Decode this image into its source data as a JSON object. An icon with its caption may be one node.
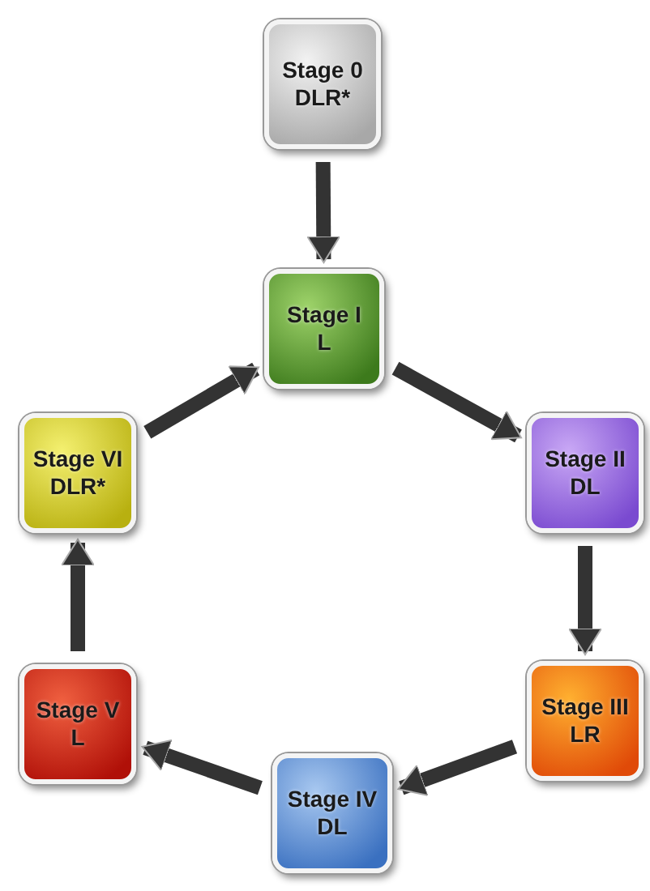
{
  "diagram": {
    "nodes": [
      {
        "text": [
          "Stage 0",
          "DLR*"
        ]
      },
      {
        "text": [
          "Stage I",
          "L"
        ]
      },
      {
        "text": [
          "Stage II",
          "DL"
        ]
      },
      {
        "text": [
          "Stage III",
          "LR"
        ]
      },
      {
        "text": [
          "Stage IV",
          "DL"
        ]
      },
      {
        "text": [
          "Stage V",
          "L"
        ]
      },
      {
        "text": [
          "Stage VI",
          "DLR*"
        ]
      }
    ],
    "edges": [
      {
        "from": 0,
        "to": 1,
        "arrow": "to"
      },
      {
        "from": 1,
        "to": 2,
        "arrow": "to"
      },
      {
        "from": 2,
        "to": 3,
        "arrow": "to"
      },
      {
        "from": 3,
        "to": 4,
        "arrow": "to"
      },
      {
        "from": 4,
        "to": 5,
        "arrow": "to"
      },
      {
        "from": 5,
        "to": 6,
        "arrow": "to"
      },
      {
        "from": 6,
        "to": 1,
        "arrow": "to"
      }
    ]
  }
}
